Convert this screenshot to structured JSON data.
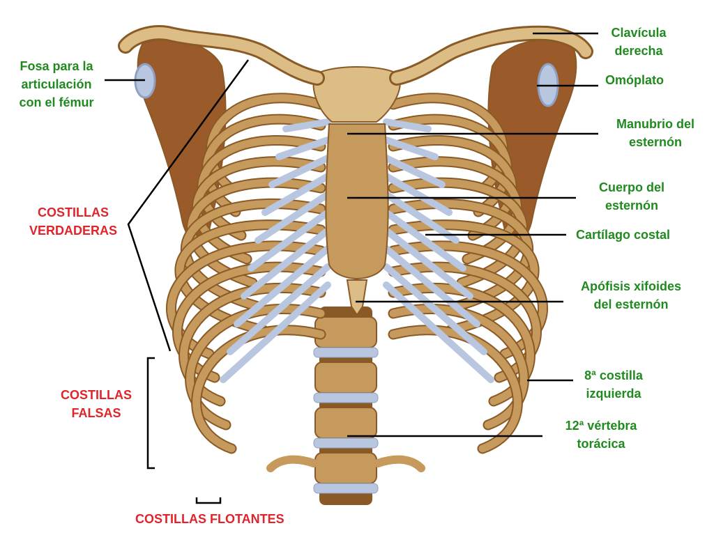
{
  "colors": {
    "bone": "#c59a5c",
    "bone_light": "#dcbd86",
    "bone_dark": "#8a5a26",
    "scapula": "#9b5a2a",
    "cartilage": "#b8c6e0",
    "cartilage_dark": "#8ea0c4",
    "label_green": "#1f8a1f",
    "label_red": "#e0242b",
    "leader": "#000000"
  },
  "labels": {
    "fosa": [
      "Fosa para la",
      "articulación",
      "con el fémur"
    ],
    "clavicula": [
      "Clavícula",
      "derecha"
    ],
    "omoplato": [
      "Omóplato"
    ],
    "manubrio": [
      "Manubrio del",
      "esternón"
    ],
    "cuerpo": [
      "Cuerpo del",
      "esternón"
    ],
    "cartilago": [
      "Cartílago costal"
    ],
    "apofisis": [
      "Apófisis xifoides",
      "del esternón"
    ],
    "costilla8": [
      "8ª costilla",
      "izquierda"
    ],
    "vertebra12": [
      "12ª vértebra",
      "torácica"
    ],
    "verdaderas": [
      "COSTILLAS",
      "VERDADERAS"
    ],
    "falsas": [
      "COSTILLAS",
      "FALSAS"
    ],
    "flotantes": [
      "COSTILLAS FLOTANTES"
    ]
  }
}
